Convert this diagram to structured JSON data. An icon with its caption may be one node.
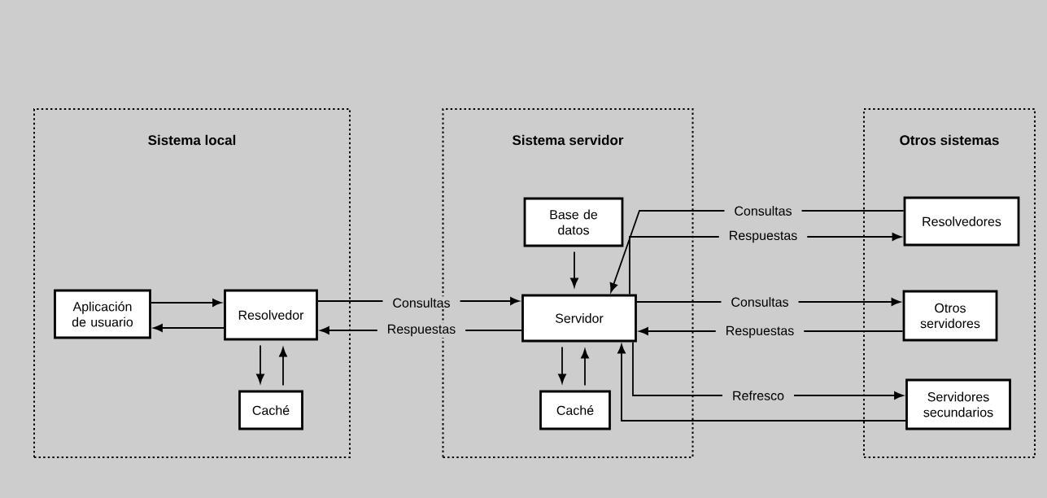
{
  "diagram": {
    "nodes": [
      {
        "text": [
          "Sistema local"
        ]
      },
      {
        "text": [
          "Aplicación de usuario"
        ],
        "in": 0
      },
      {
        "text": [
          "Resolvedor"
        ],
        "in": 0
      },
      {
        "text": [
          "Caché"
        ],
        "in": 0
      },
      {
        "text": [
          "Sistema servidor"
        ]
      },
      {
        "text": [
          "Base de datos"
        ],
        "in": 4
      },
      {
        "text": [
          "Servidor"
        ],
        "in": 4
      },
      {
        "text": [
          "Caché"
        ],
        "in": 4
      },
      {
        "text": [
          "Otros sistemas"
        ]
      },
      {
        "text": [
          "Resolvedores"
        ],
        "in": 8
      },
      {
        "text": [
          "Otros servidores"
        ],
        "in": 8
      },
      {
        "text": [
          "Servidores secundarios"
        ],
        "in": 8
      }
    ],
    "edges": [
      {
        "from": 1,
        "to": 2,
        "arrow": "to"
      },
      {
        "from": 2,
        "to": 1,
        "arrow": "to"
      },
      {
        "from": 2,
        "to": 3,
        "arrow": "to"
      },
      {
        "from": 3,
        "to": 2,
        "arrow": "to"
      },
      {
        "from": 2,
        "to": 6,
        "arrow": "to",
        "label": "Consultas"
      },
      {
        "from": 6,
        "to": 2,
        "arrow": "to",
        "label": "Respuestas"
      },
      {
        "from": 5,
        "to": 6,
        "arrow": "to"
      },
      {
        "from": 6,
        "to": 7,
        "arrow": "to"
      },
      {
        "from": 7,
        "to": 6,
        "arrow": "to"
      },
      {
        "from": 9,
        "to": 6,
        "arrow": "to",
        "label": "Consultas"
      },
      {
        "from": 6,
        "to": 9,
        "arrow": "to",
        "label": "Respuestas"
      },
      {
        "from": 6,
        "to": 10,
        "arrow": "to",
        "label": "Consultas"
      },
      {
        "from": 10,
        "to": 6,
        "arrow": "to",
        "label": "Respuestas"
      },
      {
        "from": 6,
        "to": 11,
        "arrow": "to",
        "label": "Refresco"
      },
      {
        "from": 11,
        "to": 6,
        "arrow": "to"
      }
    ]
  }
}
